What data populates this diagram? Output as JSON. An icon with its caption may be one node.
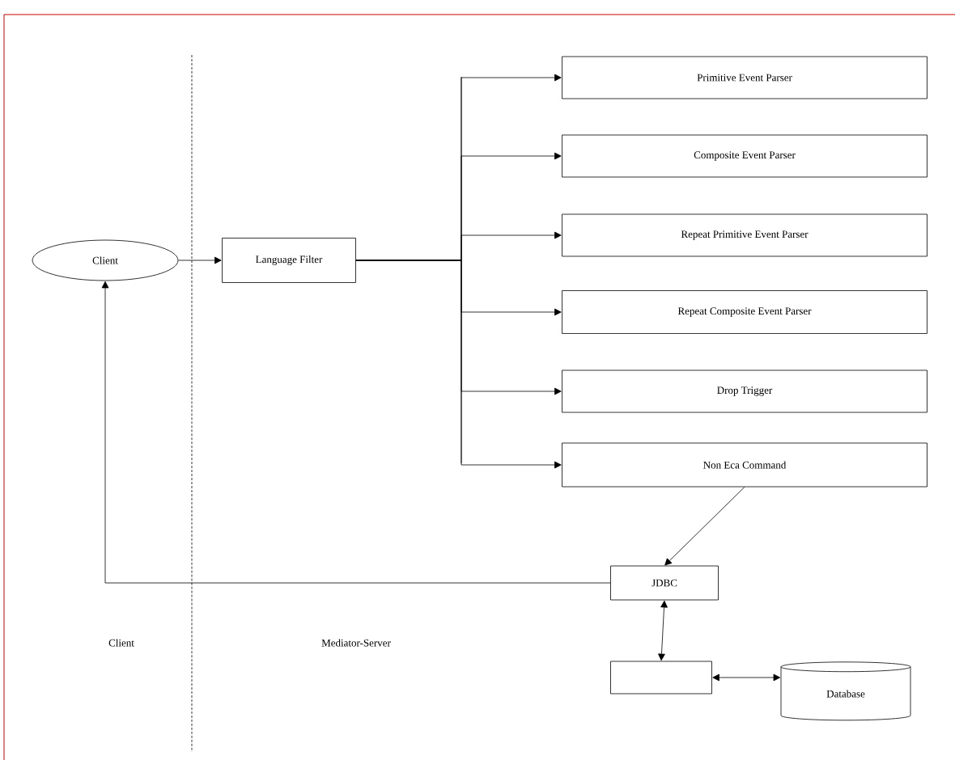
{
  "diagram": {
    "nodes": [
      {
        "text": [
          "Client"
        ]
      },
      {
        "text": [
          "Language Filter"
        ]
      },
      {
        "text": [
          "Primitive Event Parser"
        ]
      },
      {
        "text": [
          "Composite Event Parser"
        ]
      },
      {
        "text": [
          "Repeat Primitive Event Parser"
        ]
      },
      {
        "text": [
          "Repeat Composite Event Parser"
        ]
      },
      {
        "text": [
          "Drop Trigger"
        ]
      },
      {
        "text": [
          "Non Eca Command"
        ]
      },
      {
        "text": [
          "JDBC"
        ]
      },
      {
        "text": [],
        "shape": "box"
      },
      {
        "text": [
          "Database"
        ]
      }
    ],
    "edges": [
      {
        "from": 0,
        "to": 1,
        "arrow": "to"
      },
      {
        "from": 1,
        "to": 2,
        "arrow": "to"
      },
      {
        "from": 1,
        "to": 3,
        "arrow": "to"
      },
      {
        "from": 1,
        "to": 4,
        "arrow": "to"
      },
      {
        "from": 1,
        "to": 5,
        "arrow": "to"
      },
      {
        "from": 1,
        "to": 6,
        "arrow": "to"
      },
      {
        "from": 1,
        "to": 7,
        "arrow": "to"
      },
      {
        "from": 7,
        "to": 8,
        "arrow": "to"
      },
      {
        "from": 8,
        "to": 0,
        "arrow": "to"
      },
      {
        "from": 8,
        "to": 9,
        "arrow": "both"
      },
      {
        "from": 9,
        "to": 10,
        "arrow": "both"
      }
    ],
    "labels": [
      "Client",
      "Mediator-Server"
    ]
  }
}
